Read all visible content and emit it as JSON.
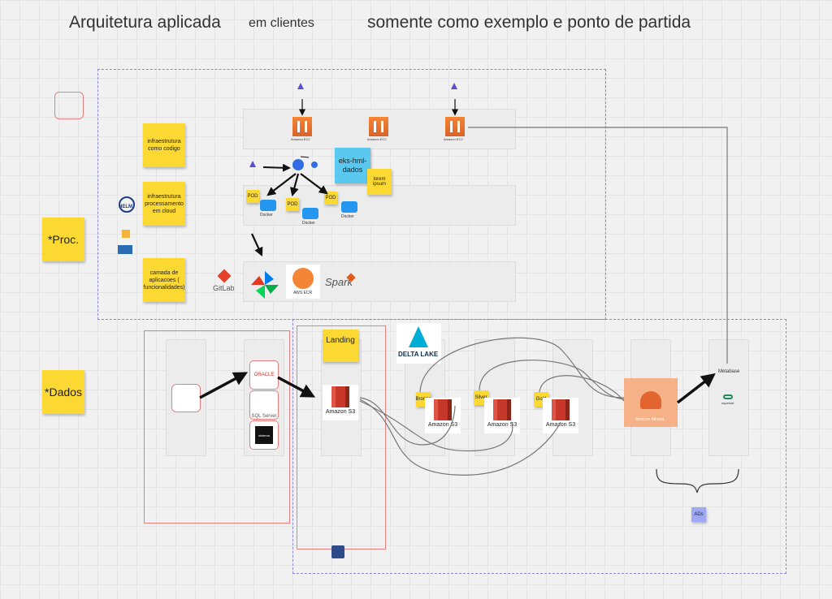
{
  "title": {
    "main": "Arquitetura aplicada",
    "clients": "em clientes",
    "note": "somente como exemplo e ponto de partida"
  },
  "lanes": {
    "proc": "*Proc.",
    "dados": "*Dados"
  },
  "proc_notes": {
    "iac": "infraestrutura como codigo",
    "cloud": "infraestrutura processamento em cloud",
    "apps": "camada de aplicacoes ( funcionalidades)"
  },
  "tooling": {
    "helm": "HELM",
    "gitlab": "GitLab",
    "spark": "Spark",
    "aws_ecr": "AWS ECR"
  },
  "compute": {
    "ec2_label": "Amazon EC2",
    "eks_note": "eks-hml-dados",
    "pod_label": "POD",
    "docker_label": "Docker",
    "small_note": "lorem ipsum"
  },
  "sources": {
    "oracle": "ORACLE",
    "sqlserver": "SQL Server",
    "other": "sistema"
  },
  "landing": {
    "label": "Landing",
    "s3_label": "Amazon S3"
  },
  "delta_lake": "DELTA LAKE",
  "layers": [
    {
      "tag": "Bronze",
      "s3_label": "Amazon S3"
    },
    {
      "tag": "Silver",
      "s3_label": "Amazon S3"
    },
    {
      "tag": "Gold",
      "s3_label": "Amazon S3"
    }
  ],
  "athena": "Amazon Athena",
  "consumers": {
    "metabase": "Metabase",
    "other": "superset"
  },
  "ads_label": "ADs",
  "colors": {
    "sticky_yellow": "#fbd832",
    "aws_orange": "#f58536",
    "s3_red": "#c7382a",
    "dashed_border": "#8b86d6",
    "red_border": "#e87e7e",
    "eks_note": "#5bc8f0",
    "ads_note": "#9ea8f5"
  }
}
